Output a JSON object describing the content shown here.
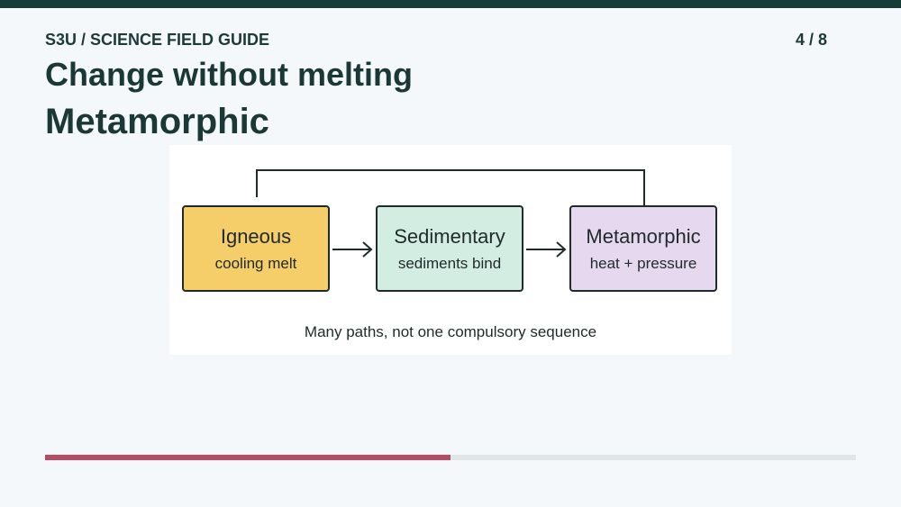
{
  "header": {
    "course_label": "S3U / SCIENCE FIELD GUIDE",
    "page_indicator": "4 / 8"
  },
  "slide": {
    "title": "Change without melting",
    "subtitle": "Metamorphic"
  },
  "diagram": {
    "nodes": [
      {
        "name": "Igneous",
        "description": "cooling melt",
        "color": "#f5cd69"
      },
      {
        "name": "Sedimentary",
        "description": "sediments bind",
        "color": "#d3ede3"
      },
      {
        "name": "Metamorphic",
        "description": "heat + pressure",
        "color": "#e6d9ef"
      }
    ],
    "edges": [
      {
        "from": "Igneous",
        "to": "Sedimentary"
      },
      {
        "from": "Sedimentary",
        "to": "Metamorphic"
      },
      {
        "from": "Metamorphic",
        "to": "Igneous",
        "style": "loop-over-top"
      }
    ],
    "caption": "Many paths, not one compulsory sequence"
  },
  "progress": {
    "fraction": 0.5,
    "fill_color": "#b94a63",
    "track_color": "#dfe6ea"
  }
}
